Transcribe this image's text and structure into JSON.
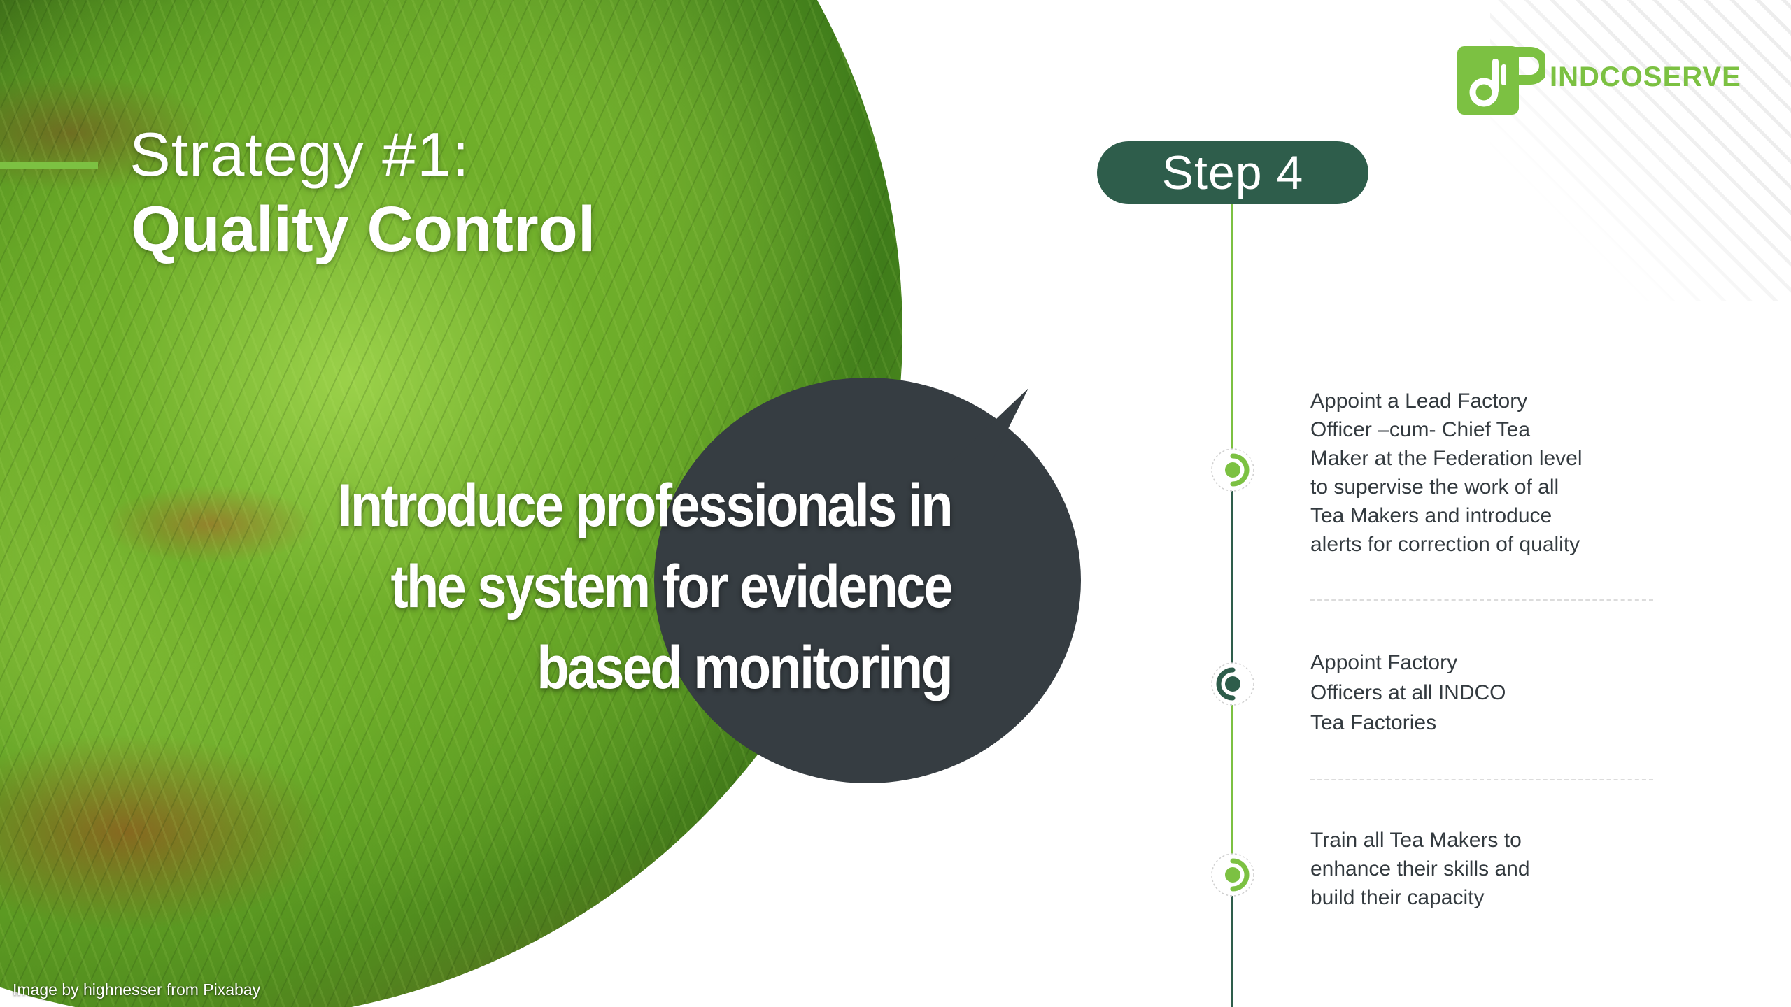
{
  "title": {
    "line1": "Strategy #1:",
    "line2": "Quality Control"
  },
  "message": {
    "lines": [
      "Introduce professionals in",
      "the system for evidence",
      "based monitoring"
    ]
  },
  "image_credit": "Image by highnesser from Pixabay",
  "logo": {
    "name": "INDCOSERVE"
  },
  "step": {
    "label": "Step 4"
  },
  "timeline": {
    "items": [
      {
        "lines": [
          "Appoint a Lead Factory",
          "Officer –cum- Chief Tea",
          "Maker at the Federation level",
          "to supervise the work of all",
          "Tea Makers and introduce",
          "alerts for correction of quality"
        ]
      },
      {
        "lines": [
          "Appoint Factory",
          "Officers at all INDCO",
          "Tea Factories"
        ]
      },
      {
        "lines": [
          "Train all Tea Makers to",
          "enhance their skills and",
          "build their capacity"
        ]
      }
    ]
  },
  "colors": {
    "accent_green": "#7cc142",
    "dark_green": "#2e5d4b",
    "bubble": "#363d42",
    "text_dark": "#333a3f"
  }
}
